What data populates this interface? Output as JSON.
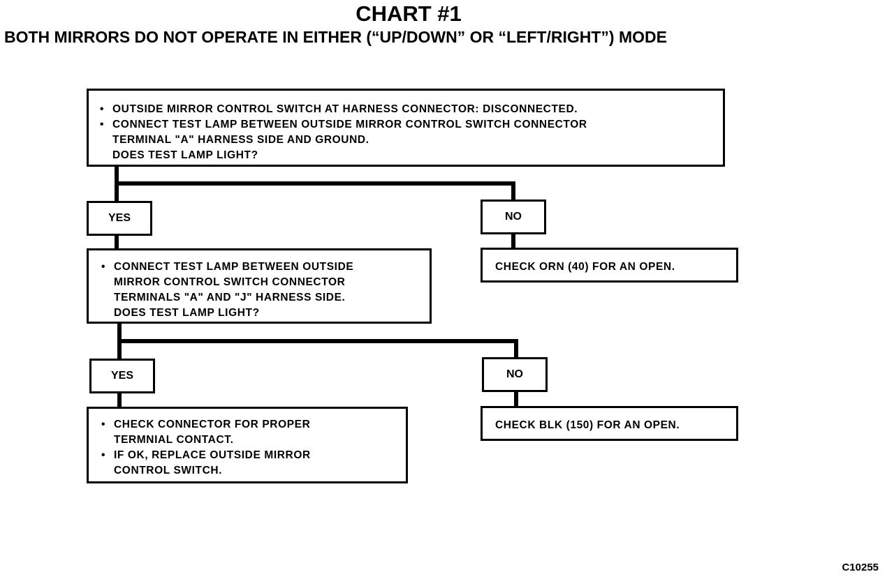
{
  "title": "CHART #1",
  "subtitle": "BOTH MIRRORS DO NOT OPERATE IN EITHER (“UP/DOWN” OR “LEFT/RIGHT”) MODE",
  "step1": {
    "lines": [
      "OUTSIDE MIRROR CONTROL SWITCH AT HARNESS CONNECTOR: DISCONNECTED.",
      "CONNECT TEST LAMP BETWEEN OUTSIDE MIRROR CONTROL SWITCH CONNECTOR",
      "TERMINAL \"A\" HARNESS SIDE AND GROUND.",
      "DOES TEST LAMP LIGHT?"
    ]
  },
  "step1_yes": "YES",
  "step1_no": "NO",
  "step1_no_result": "CHECK ORN (40) FOR AN OPEN.",
  "step2": {
    "lines": [
      "CONNECT TEST LAMP BETWEEN OUTSIDE",
      "MIRROR CONTROL SWITCH CONNECTOR",
      "TERMINALS \"A\" AND \"J\" HARNESS SIDE.",
      "DOES TEST LAMP LIGHT?"
    ]
  },
  "step2_yes": "YES",
  "step2_no": "NO",
  "step2_no_result": "CHECK BLK (150) FOR AN OPEN.",
  "step2_yes_result": {
    "lines": [
      "CHECK CONNECTOR FOR PROPER",
      "TERMNIAL CONTACT.",
      "IF OK, REPLACE OUTSIDE MIRROR",
      "CONTROL SWITCH."
    ]
  },
  "bullet": "•",
  "figure_code": "C10255"
}
